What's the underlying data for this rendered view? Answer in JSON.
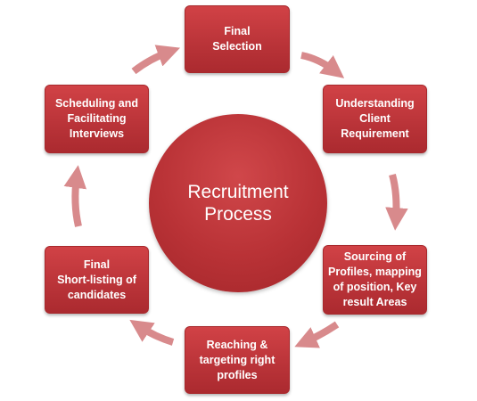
{
  "diagram": {
    "center": {
      "label": "Recruitment\nProcess"
    },
    "steps": [
      {
        "id": "final",
        "label": "Final\nSelection"
      },
      {
        "id": "understanding",
        "label": "Understanding\nClient\nRequirement"
      },
      {
        "id": "sourcing",
        "label": "Sourcing of\nProfiles, mapping\nof position, Key\nresult Areas"
      },
      {
        "id": "reaching",
        "label": "Reaching &\ntargeting right\nprofiles"
      },
      {
        "id": "shortlisting",
        "label": "Final\nShort-listing of\ncandidates"
      },
      {
        "id": "scheduling",
        "label": "Scheduling and\nFacilitating\nInterviews"
      }
    ],
    "colors": {
      "box": "#c0393d",
      "circle": "#b93236",
      "arrow": "#d88a8c",
      "text": "#ffffff"
    }
  }
}
